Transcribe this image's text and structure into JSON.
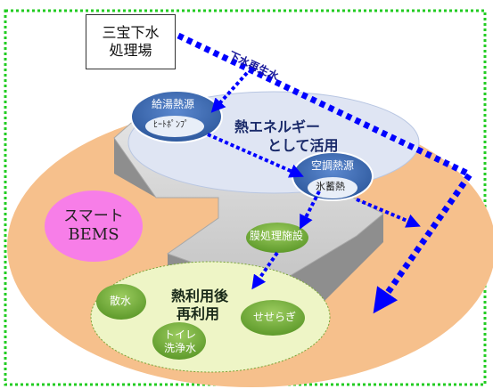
{
  "source_plant": {
    "line1": "三宝下水",
    "line2": "処理場"
  },
  "reclaimed_water_label": "下水再生水",
  "heat_use_label": {
    "line1": "熱エネルギー",
    "line2": "として活用"
  },
  "hot_water": {
    "title": "給湯熱源",
    "device": "ﾋｰﾄﾎﾟﾝﾌﾟ"
  },
  "ac": {
    "title": "空調熱源",
    "device": "氷蓄熱"
  },
  "bems": {
    "line1": "スマート",
    "line2": "BEMS"
  },
  "membrane_label": "膜処理施設",
  "reuse": {
    "heading_line1": "熱利用後",
    "heading_line2": "再利用",
    "sprinkle": "散水",
    "stream": "せせらぎ",
    "toilet_line1": "トイレ",
    "toilet_line2": "洗浄水"
  },
  "colors": {
    "background_ellipse": "#f6c08c",
    "building_top": "#d8d8d8",
    "building_side": "#8e8e8e",
    "heat_ellipse": "#dfe5f3",
    "node_blue": "#3a68b0",
    "reuse_ellipse": "#eef5c6",
    "green_node": "#79b63f",
    "arrow_blue": "#0000ff",
    "frame_green": "#22cc22",
    "bems_pink": "#f77ee8"
  }
}
